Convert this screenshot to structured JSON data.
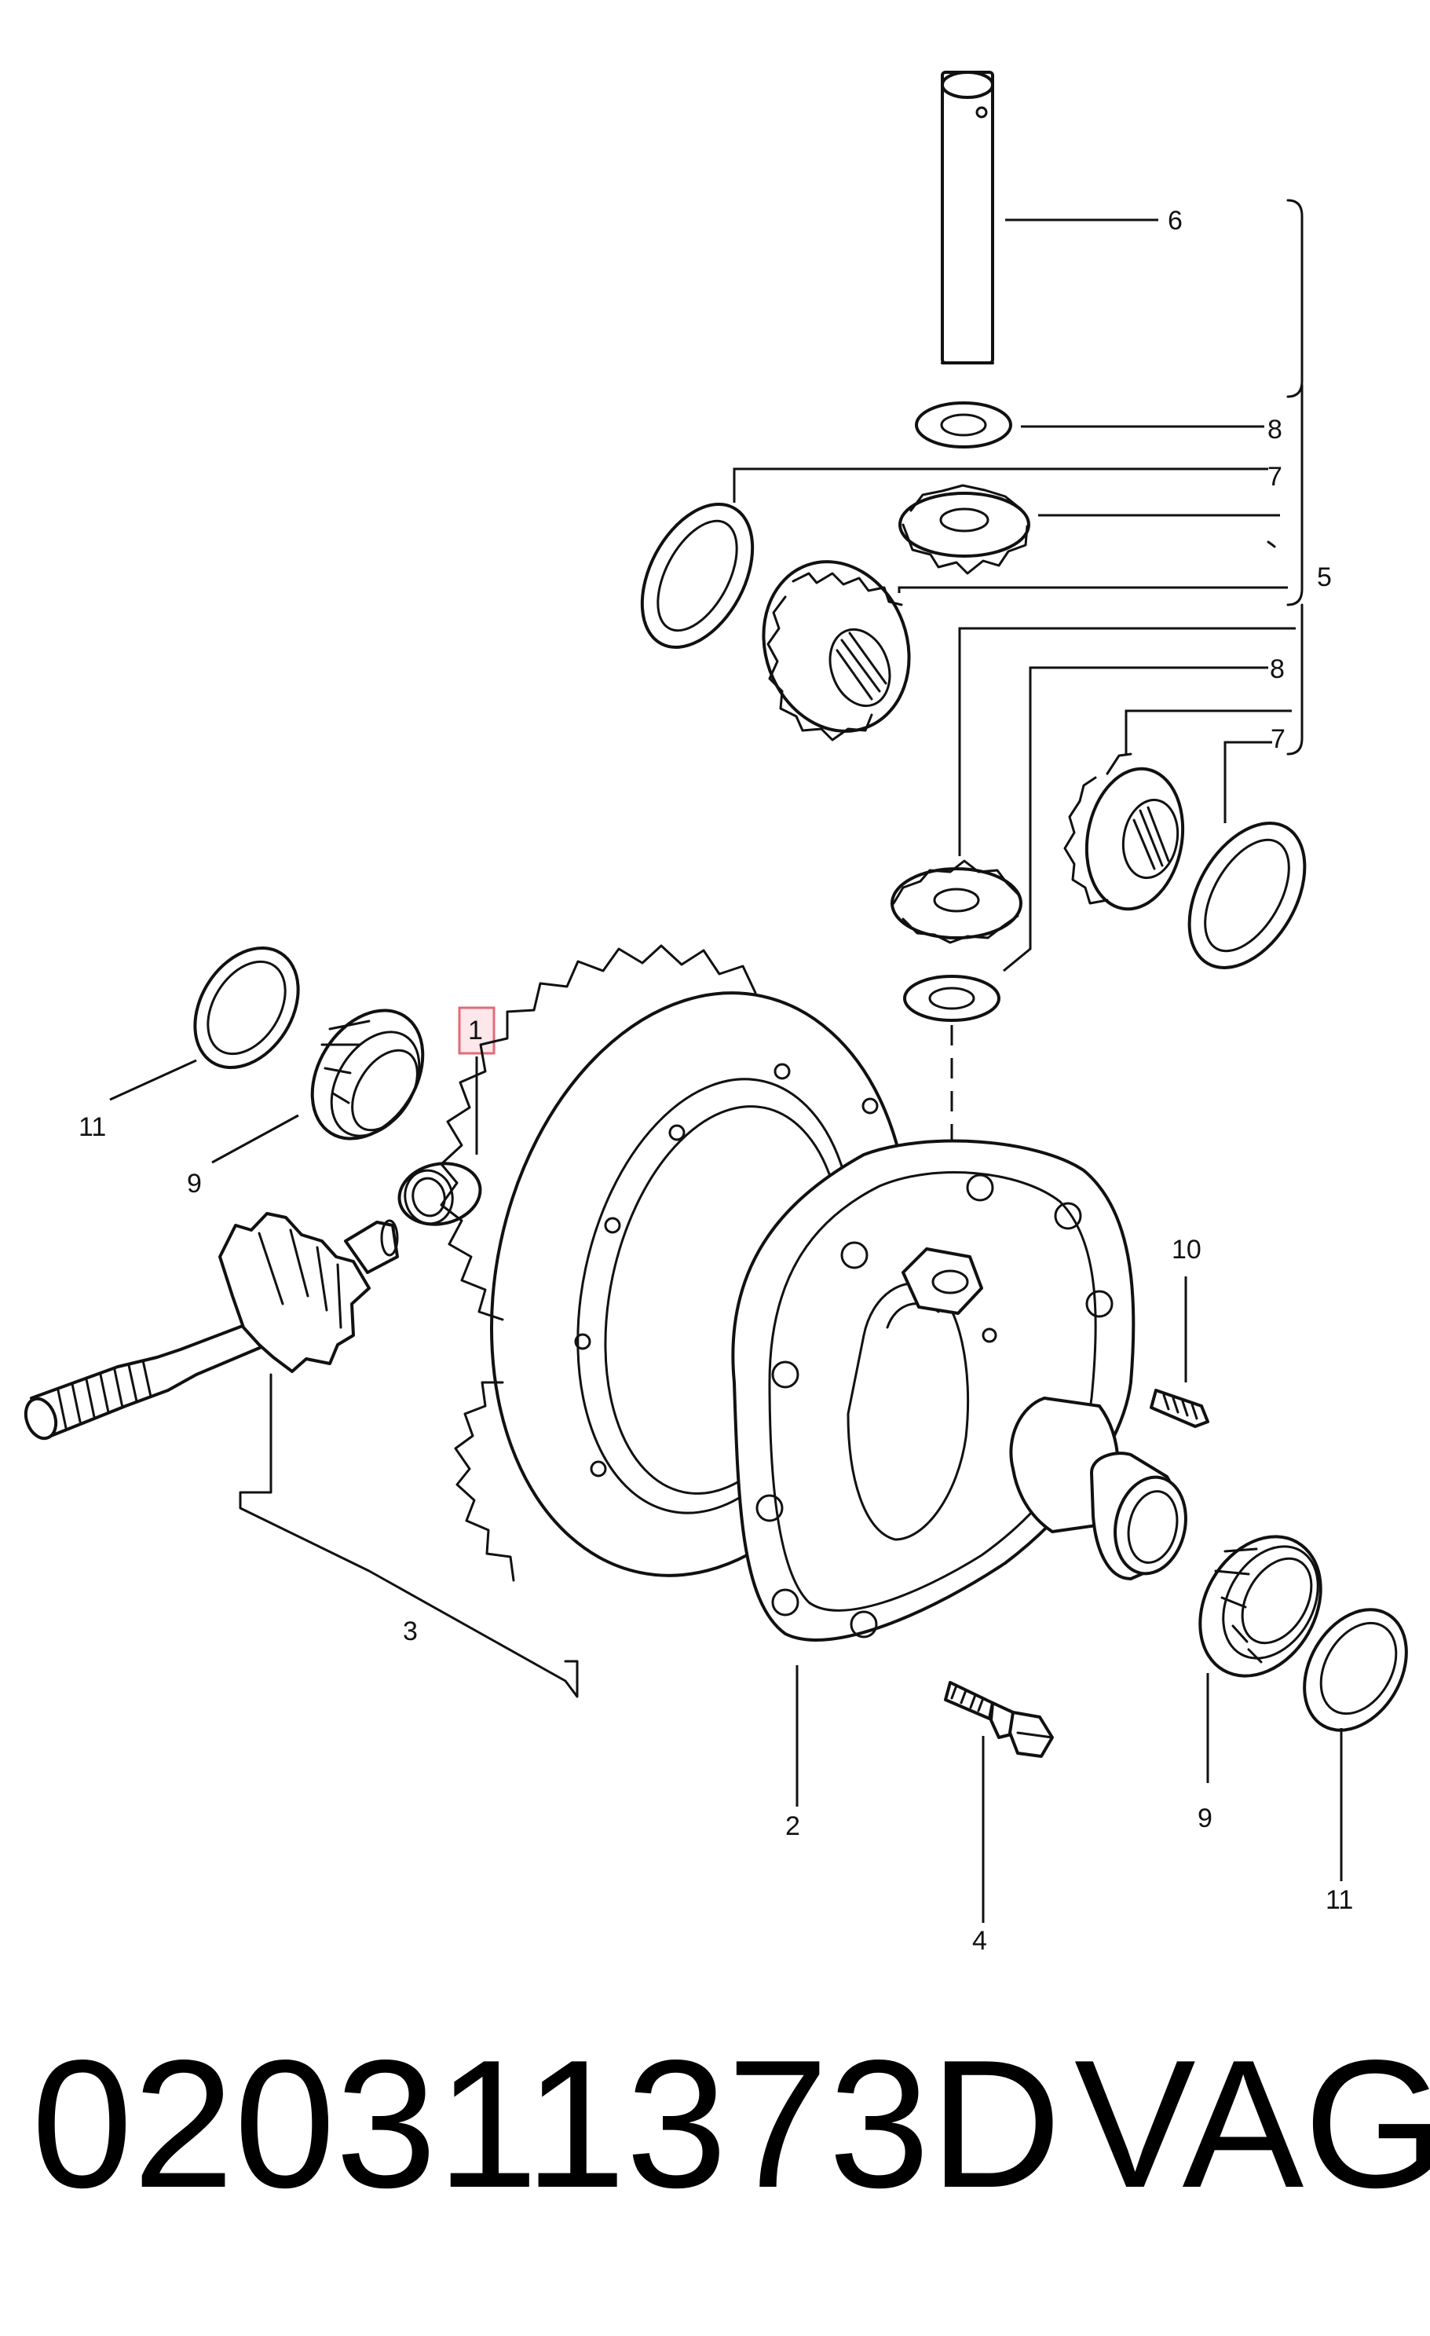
{
  "callouts": {
    "c1": "1",
    "c2": "2",
    "c3": "3",
    "c4": "4",
    "c5": "5",
    "c6": "6",
    "c7a": "7",
    "c7b": "7",
    "c8a": "8",
    "c8b": "8",
    "c9a": "9",
    "c9b": "9",
    "c10": "10",
    "c11a": "11",
    "c11b": "11"
  },
  "footer": {
    "part_number": "020311373D",
    "brand": "VAG"
  },
  "colors": {
    "highlight_border": "#e26b7a",
    "highlight_fill": "#fde7ea"
  }
}
